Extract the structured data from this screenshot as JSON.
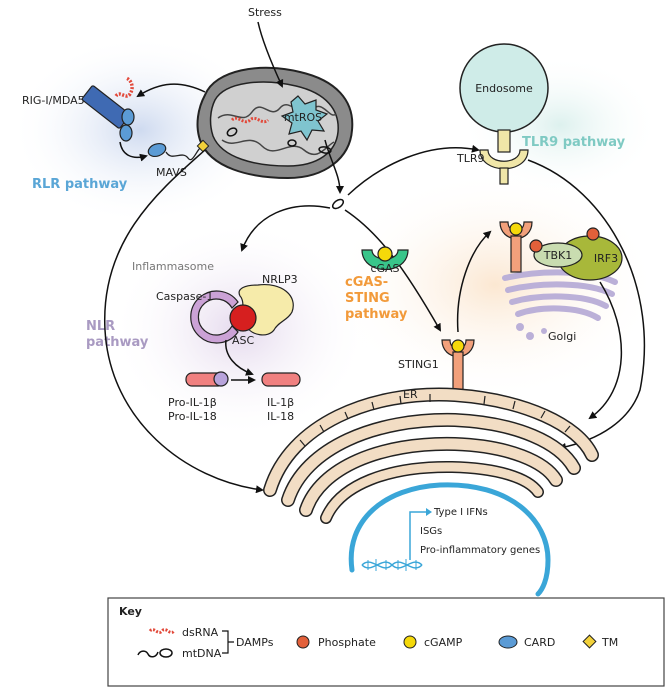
{
  "labels": {
    "stress": "Stress",
    "rig": "RIG-I/MDA5",
    "mavs": "MAVS",
    "mtros": "mtROS",
    "endosome": "Endosome",
    "tlr9": "TLR9",
    "inflammasome": "Inflammasome",
    "nrlp3": "NRLP3",
    "caspase": "Caspase-1",
    "asc": "ASC",
    "cgas": "cGAS",
    "tbk1": "TBK1",
    "irf3": "IRF3",
    "golgi": "Golgi",
    "sting1": "STING1",
    "er": "ER",
    "pro_il1b": "Pro-IL-1β",
    "pro_il18": "Pro-IL-18",
    "il1b": "IL-1β",
    "il18": "IL-18",
    "type1": "Type I IFNs",
    "isgs": "ISGs",
    "proinf": "Pro-inflammatory genes"
  },
  "pathways": {
    "rlr": "RLR pathway",
    "tlr9": "TLR9 pathway",
    "cgas_line1": "cGAS-",
    "cgas_line2": "STING",
    "cgas_line3": "pathway",
    "nlr_line1": "NLR",
    "nlr_line2": "pathway"
  },
  "key": {
    "title": "Key",
    "dsrna": "dsRNA",
    "mtdna": "mtDNA",
    "damps": "DAMPs",
    "phosphate": "Phosphate",
    "cgamp": "cGAMP",
    "card": "CARD",
    "tm": "TM"
  },
  "colors": {
    "rlr": "#5aa6d6",
    "tlr9": "#7fcac3",
    "cgas": "#f29a3a",
    "nlr": "#a99ac2",
    "phosphate": "#e2603a",
    "cgamp": "#f5d90a",
    "card": "#5b9bd5",
    "tm": "#f2d13a"
  }
}
